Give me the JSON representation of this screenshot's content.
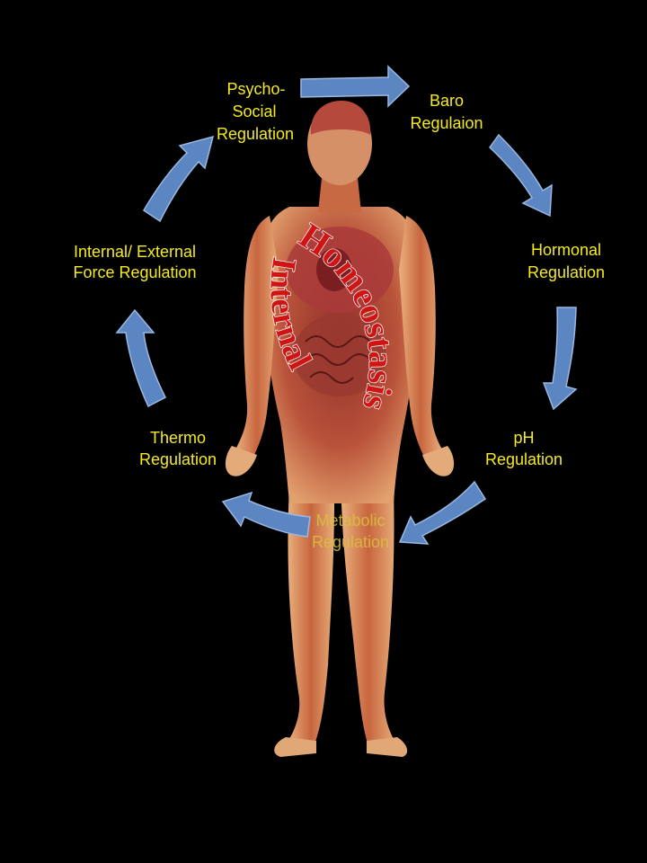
{
  "diagram": {
    "center_title_outer": "Homeostasis",
    "center_title_inner": "Internal",
    "labels": {
      "psycho_social": [
        "Psycho-",
        "Social",
        "Regulation"
      ],
      "baro": [
        "Baro",
        "Regulaion"
      ],
      "hormonal": [
        "Hormonal",
        "Regulation"
      ],
      "ph": [
        "pH",
        "Regulation"
      ],
      "metabolic": [
        "Metabolic",
        "Regulation"
      ],
      "thermo": [
        "Thermo",
        "Regulation"
      ],
      "internal_external": [
        "Internal/ External",
        "Force Regulation"
      ]
    },
    "colors": {
      "background": "#000000",
      "label_text": "#f4ea1f",
      "arrow_fill": "#5b86c2",
      "title_red": "#d01414",
      "body_skin": "#c98b5a",
      "muscle": "#a8452e"
    },
    "arrow_count": 7,
    "figure": "human-anatomy-figure"
  }
}
